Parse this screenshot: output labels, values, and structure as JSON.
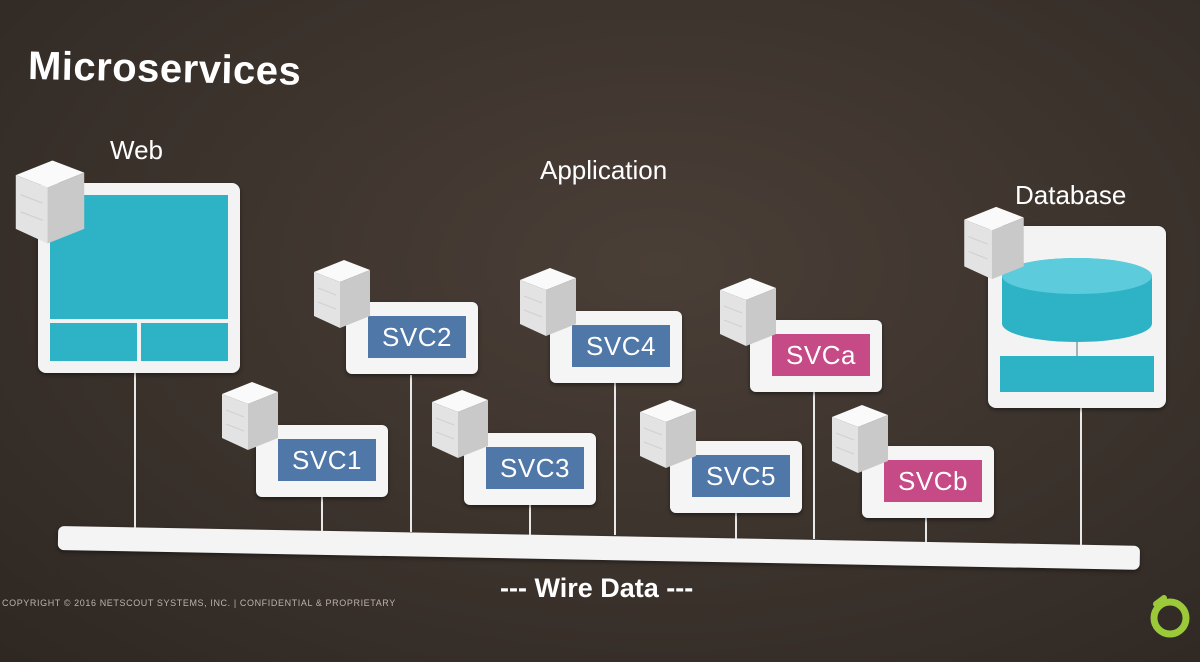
{
  "slide": {
    "title": "Microservices",
    "tiers": {
      "web": "Web",
      "application": "Application",
      "database": "Database"
    },
    "services": [
      {
        "id": "svc1",
        "label": "SVC1",
        "color": "#4f77a8"
      },
      {
        "id": "svc2",
        "label": "SVC2",
        "color": "#4f77a8"
      },
      {
        "id": "svc3",
        "label": "SVC3",
        "color": "#4f77a8"
      },
      {
        "id": "svc4",
        "label": "SVC4",
        "color": "#4f77a8"
      },
      {
        "id": "svc5",
        "label": "SVC5",
        "color": "#4f77a8"
      },
      {
        "id": "svca",
        "label": "SVCa",
        "color": "#c64a86"
      },
      {
        "id": "svcb",
        "label": "SVCb",
        "color": "#c64a86"
      }
    ],
    "wire_label": "--- Wire Data ---",
    "copyright": "COPYRIGHT © 2016 NETSCOUT SYSTEMS, INC. | CONFIDENTIAL & PROPRIETARY",
    "colors": {
      "accent_teal": "#2eb2c6",
      "service_blue": "#4f77a8",
      "service_pink": "#c64a86",
      "logo_green": "#9bc93a"
    },
    "icons": [
      "server-cube-icon",
      "netscout-logo-icon"
    ]
  }
}
